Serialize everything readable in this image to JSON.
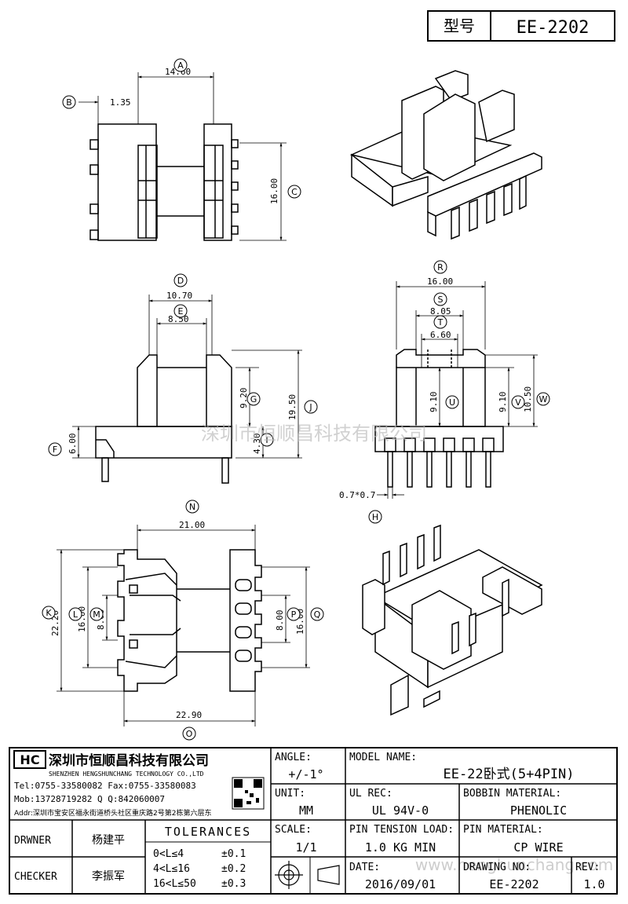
{
  "header": {
    "type_label": "型号",
    "part_number": "EE-2202"
  },
  "dimensions": {
    "A": "14.60",
    "B": "1.35",
    "C": "16.00",
    "D": "10.70",
    "E": "8.50",
    "F": "6.00",
    "G": "9.20",
    "I": "4.30",
    "J": "19.50",
    "R": "16.00",
    "S": "8.05",
    "T": "6.60",
    "U": "9.10",
    "V": "9.10",
    "W": "10.50",
    "pin": "0.7*0.7",
    "N": "21.00",
    "K": "22.20",
    "L": "16.00",
    "M": "8.00",
    "P": "8.00",
    "Q": "16.00",
    "O": "22.90"
  },
  "markers": [
    "A",
    "B",
    "C",
    "D",
    "E",
    "F",
    "G",
    "I",
    "J",
    "R",
    "S",
    "T",
    "U",
    "V",
    "W",
    "H",
    "N",
    "K",
    "L",
    "M",
    "P",
    "Q",
    "O"
  ],
  "watermark": {
    "center": "深圳市恒顺昌科技有限公司",
    "bottom": "www.henghunchang.com"
  },
  "company": {
    "logo": "HC",
    "name_cn": "深圳市恒顺昌科技有限公司",
    "name_en": "SHENZHEN HENGSHUNCHANG TECHNOLOGY CO.,LTD",
    "tel": "Tel:0755-33580082 Fax:0755-33580083",
    "mob": "Mob:13728719282    Q  Q:842060007",
    "addr": "Addr:深圳市宝安区福永街道桥头社区重庆路2号第2栋第六层东"
  },
  "title_block": {
    "angle_label": "ANGLE:",
    "angle_value": "+/-1°",
    "unit_label": "UNIT:",
    "unit_value": "MM",
    "scale_label": "SCALE:",
    "scale_value": "1/1",
    "model_label": "MODEL NAME:",
    "model_value": "EE-22卧式(5+4PIN)",
    "ulrec_label": "UL REC:",
    "ulrec_value": "UL 94V-0",
    "bobbin_label": "BOBBIN MATERIAL:",
    "bobbin_value": "PHENOLIC",
    "tension_label": "PIN TENSION LOAD:",
    "tension_value": "1.0 KG MIN",
    "pinmat_label": "PIN MATERIAL:",
    "pinmat_value": "CP WIRE",
    "date_label": "DATE:",
    "date_value": "2016/09/01",
    "drawing_label": "DRAWING NO:",
    "drawing_value": "EE-2202",
    "rev_label": "REV:",
    "rev_value": "1.0",
    "drawer_label": "DRWNER",
    "drawer_value": "杨建平",
    "checker_label": "CHECKER",
    "checker_value": "李振军",
    "tolerances_label": "TOLERANCES",
    "tol1_range": "0<L≤4",
    "tol1_value": "±0.1",
    "tol2_range": "4<L≤16",
    "tol2_value": "±0.2",
    "tol3_range": "16<L≤50",
    "tol3_value": "±0.3"
  }
}
